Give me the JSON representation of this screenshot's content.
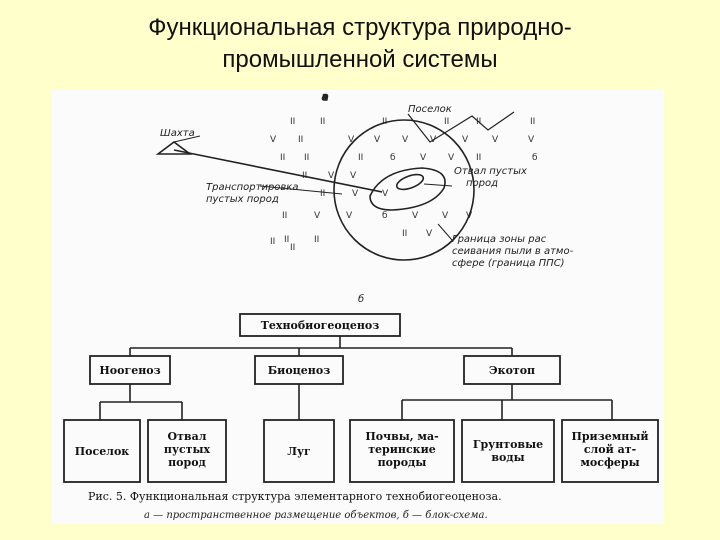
{
  "slide": {
    "title_line1": "Функциональная структура природно-",
    "title_line2": "промышленной системы"
  },
  "panel_a": {
    "letter": "а",
    "labels": {
      "settlement": "Поселок",
      "mine": "Шахта",
      "transport_1": "Транспортировка",
      "transport_2": "пустых пород",
      "dump_1": "Отвал пустых",
      "dump_2": "пород",
      "boundary_1": "Граница зоны рас",
      "boundary_2": "сеивания пыли в атмо-",
      "boundary_3": "сфере (граница ППС)"
    }
  },
  "panel_b": {
    "letter": "б",
    "root": "Технобиогеоценоз",
    "level2": [
      "Ноогеноз",
      "Биоценоз",
      "Экотоп"
    ],
    "leaves": {
      "settlement": "Поселок",
      "dump_1": "Отвал",
      "dump_2": "пустых",
      "dump_3": "пород",
      "meadow": "Луг",
      "soil_1": "Почвы, ма-",
      "soil_2": "теринские",
      "soil_3": "породы",
      "water_1": "Грунтовые",
      "water_2": "воды",
      "air_1": "Приземный",
      "air_2": "слой ат-",
      "air_3": "мосферы"
    }
  },
  "caption": {
    "line1": "Рис. 5. Функциональная структура элементарного технобиогеоценоза.",
    "line2": "а — пространственное размещение объектов, б — блок-схема."
  }
}
